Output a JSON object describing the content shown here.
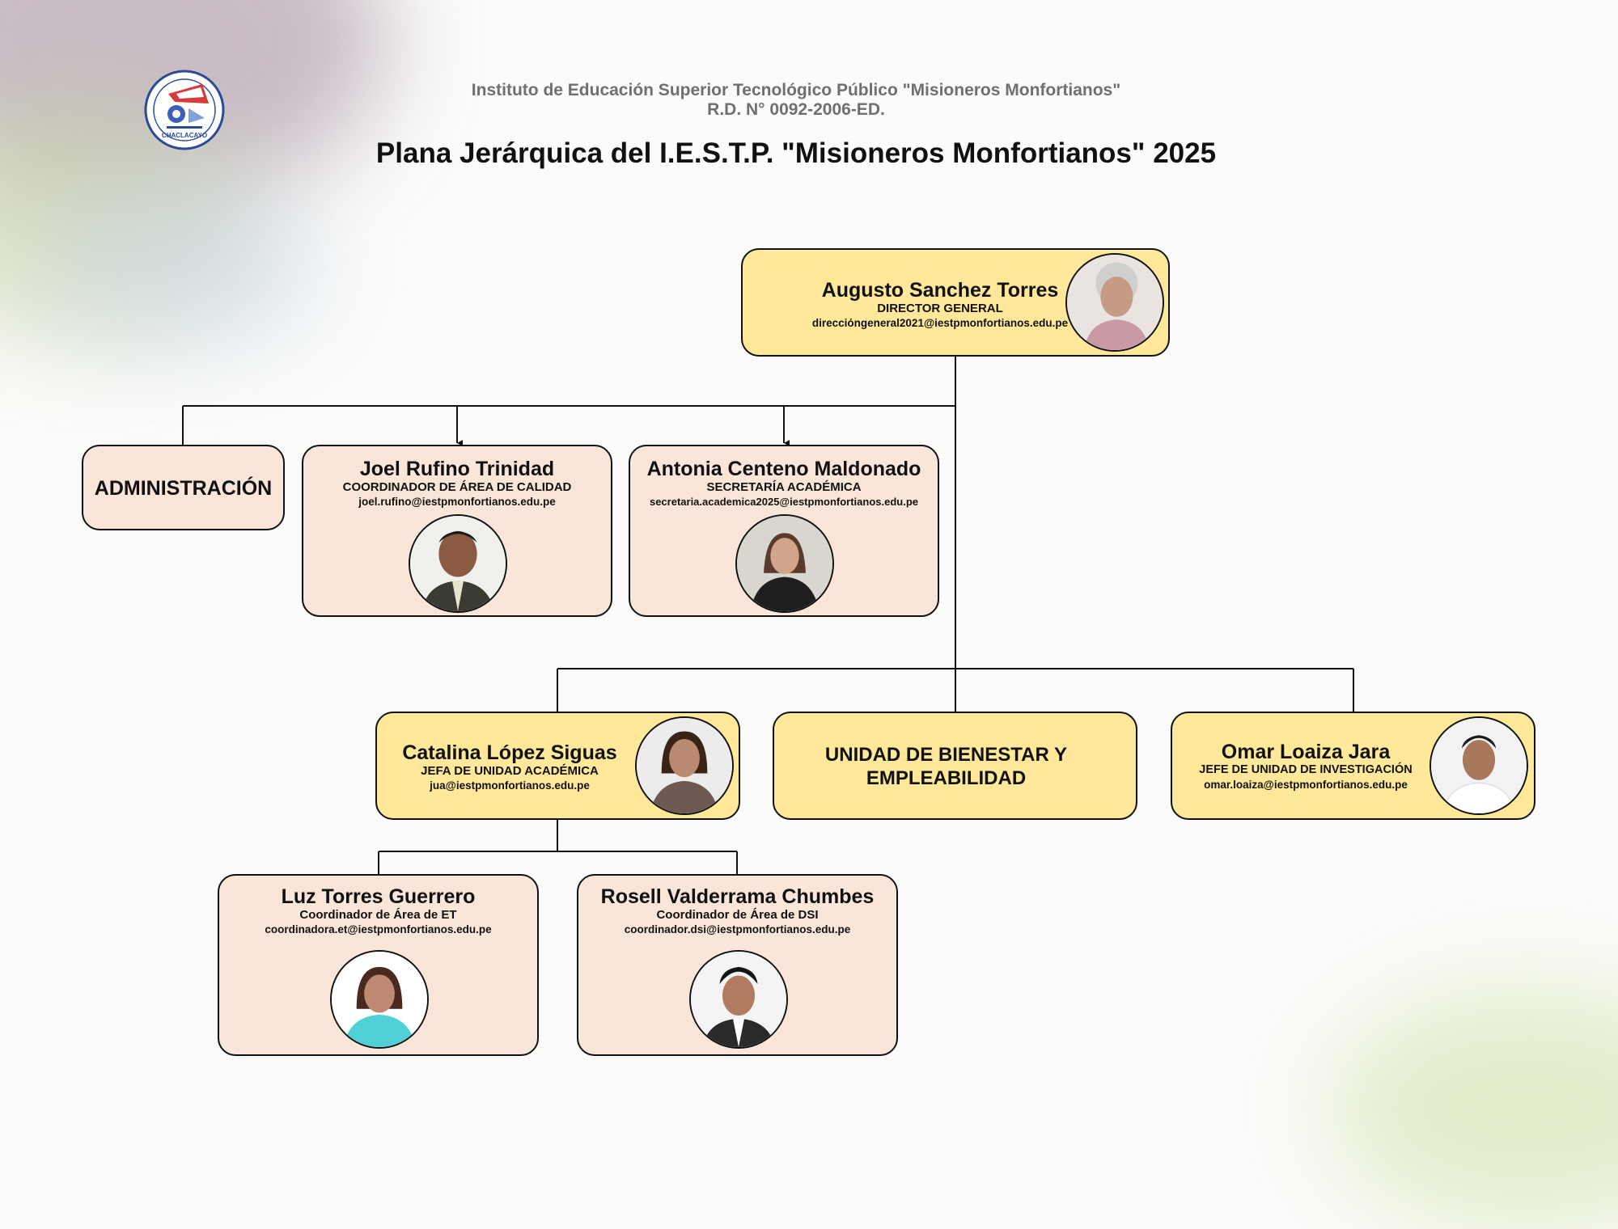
{
  "header": {
    "institution": "Instituto de Educación Superior Tecnológico Público \"Misioneros Monfortianos\"",
    "resolution": "R.D. N° 0092-2006-ED.",
    "title": "Plana Jerárquica del I.E.S.T.P. \"Misioneros Monfortianos\" 2025",
    "logo_text": "CHACLACAYO"
  },
  "colors": {
    "yellow_box": "#ffe899",
    "peach_box": "#fae6d9",
    "line": "#111111"
  },
  "nodes": {
    "director": {
      "name": "Augusto Sanchez Torres",
      "role": "DIRECTOR GENERAL",
      "email": "direcciόngeneral2021@iestpmonfortianos.edu.pe"
    },
    "administracion": {
      "label": "ADMINISTRACIÓN"
    },
    "calidad": {
      "name": "Joel Rufino Trinidad",
      "role": "COORDINADOR DE ÁREA DE CALIDAD",
      "email": "joel.rufino@iestpmonfortianos.edu.pe"
    },
    "secretaria": {
      "name": "Antonia Centeno Maldonado",
      "role": "SECRETARÍA ACADÉMICA",
      "email": "secretaria.academica2025@iestpmonfortianos.edu.pe"
    },
    "academica": {
      "name": "Catalina López Siguas",
      "role": "JEFA DE UNIDAD ACADÉMICA",
      "email": "jua@iestpmonfortianos.edu.pe"
    },
    "bienestar": {
      "line1": "UNIDAD DE BIENESTAR Y",
      "line2": "EMPLEABILIDAD"
    },
    "investigacion": {
      "name": "Omar Loaiza Jara",
      "role": "JEFE DE UNIDAD DE INVESTIGACIÓN",
      "email": "omar.loaiza@iestpmonfortianos.edu.pe"
    },
    "et": {
      "name": "Luz Torres Guerrero",
      "role": "Coordinador de Área de ET",
      "email": "coordinadora.et@iestpmonfortianos.edu.pe"
    },
    "dsi": {
      "name": "Rosell Valderrama Chumbes",
      "role": "Coordinador de Área de DSI",
      "email": "coordinador.dsi@iestpmonfortianos.edu.pe"
    }
  }
}
